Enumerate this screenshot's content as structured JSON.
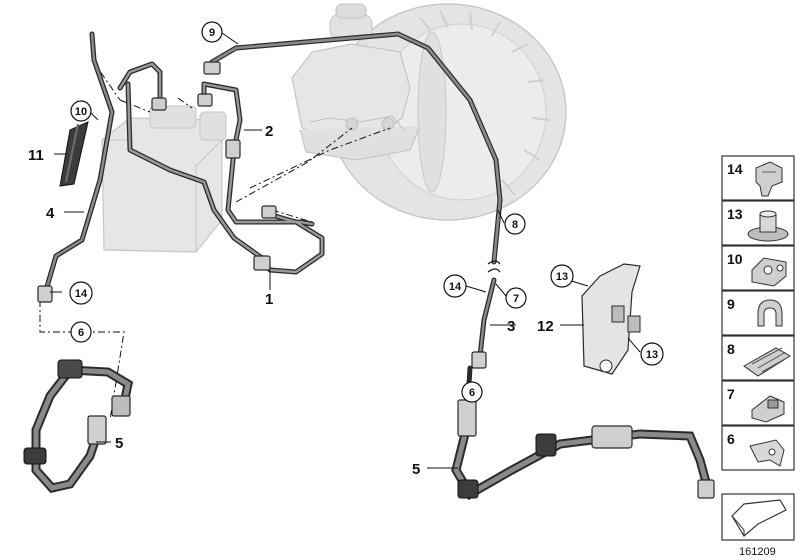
{
  "labels": {
    "l1": "1",
    "l2": "2",
    "l3": "3",
    "l4": "4",
    "l5a": "5",
    "l5b": "5",
    "l6a": "6",
    "l6b": "6",
    "l7": "7",
    "l8": "8",
    "l9": "9",
    "l10": "10",
    "l11": "11",
    "l12": "12",
    "l13a": "13",
    "l13b": "13",
    "l14a": "14",
    "l14b": "14"
  },
  "legend": [
    {
      "num": "14",
      "part": "clip"
    },
    {
      "num": "13",
      "part": "grommet"
    },
    {
      "num": "10",
      "part": "double-clip"
    },
    {
      "num": "9",
      "part": "clip"
    },
    {
      "num": "8",
      "part": "multi-clip"
    },
    {
      "num": "7",
      "part": "clip"
    },
    {
      "num": "6",
      "part": "bracket-clip"
    }
  ],
  "reference_number": "161209",
  "colors": {
    "line": "#2b2b2b",
    "ghost": "#dcdcdc",
    "ghost_edge": "#bdbdbd",
    "pipe": "#7a7a7a"
  }
}
